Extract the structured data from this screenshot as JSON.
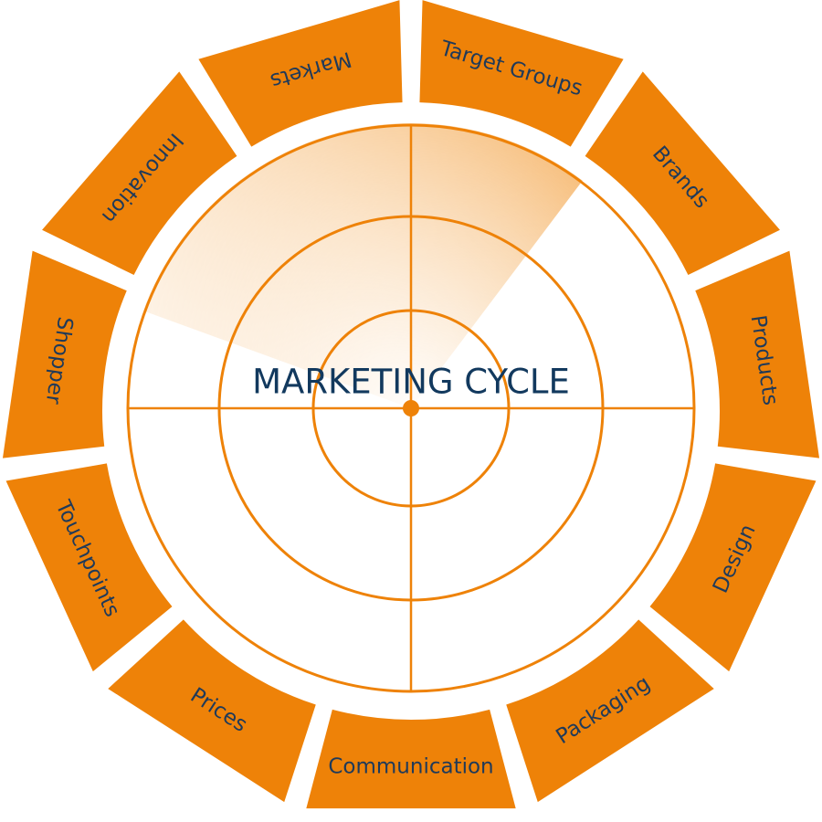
{
  "diagram": {
    "title": "MARKETING CYCLE",
    "segments": [
      {
        "label": "Target Groups"
      },
      {
        "label": "Brands"
      },
      {
        "label": "Products"
      },
      {
        "label": "Design"
      },
      {
        "label": "Packaging"
      },
      {
        "label": "Communication"
      },
      {
        "label": "Prices"
      },
      {
        "label": "Touchpoints"
      },
      {
        "label": "Shopper"
      },
      {
        "label": "Innovation"
      },
      {
        "label": "Markets"
      }
    ]
  },
  "colors": {
    "segment": "#EE8208",
    "label": "#1F3A5A",
    "title": "#12395E",
    "ring": "#EE8208",
    "highlight": "#F29A33"
  }
}
